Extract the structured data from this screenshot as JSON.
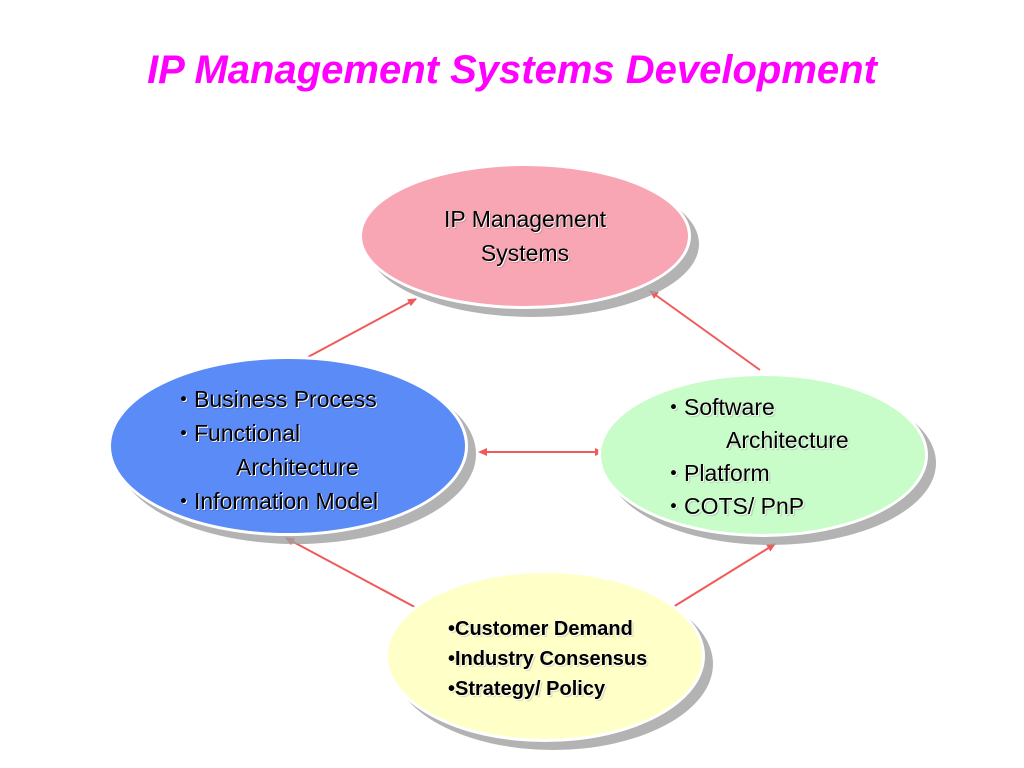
{
  "title": "IP Management Systems Development",
  "colors": {
    "title": "#ff00ff",
    "top_node": "#f9a6b4",
    "left_node": "#5b8bf7",
    "right_node": "#c8fcc8",
    "bottom_node": "#ffffc8",
    "arrow": "#f05a5a"
  },
  "nodes": {
    "top": {
      "lines": [
        "IP Management",
        "Systems"
      ]
    },
    "left": {
      "bullet": "・",
      "items": [
        "Business Process",
        "Functional",
        "Architecture",
        "Information Model"
      ]
    },
    "right": {
      "bullet": "・",
      "items": [
        "Software",
        "Architecture",
        "Platform",
        "COTS/ PnP"
      ]
    },
    "bottom": {
      "bullet": "•",
      "items": [
        "Customer Demand",
        "Industry Consensus",
        "Strategy/ Policy"
      ]
    }
  }
}
